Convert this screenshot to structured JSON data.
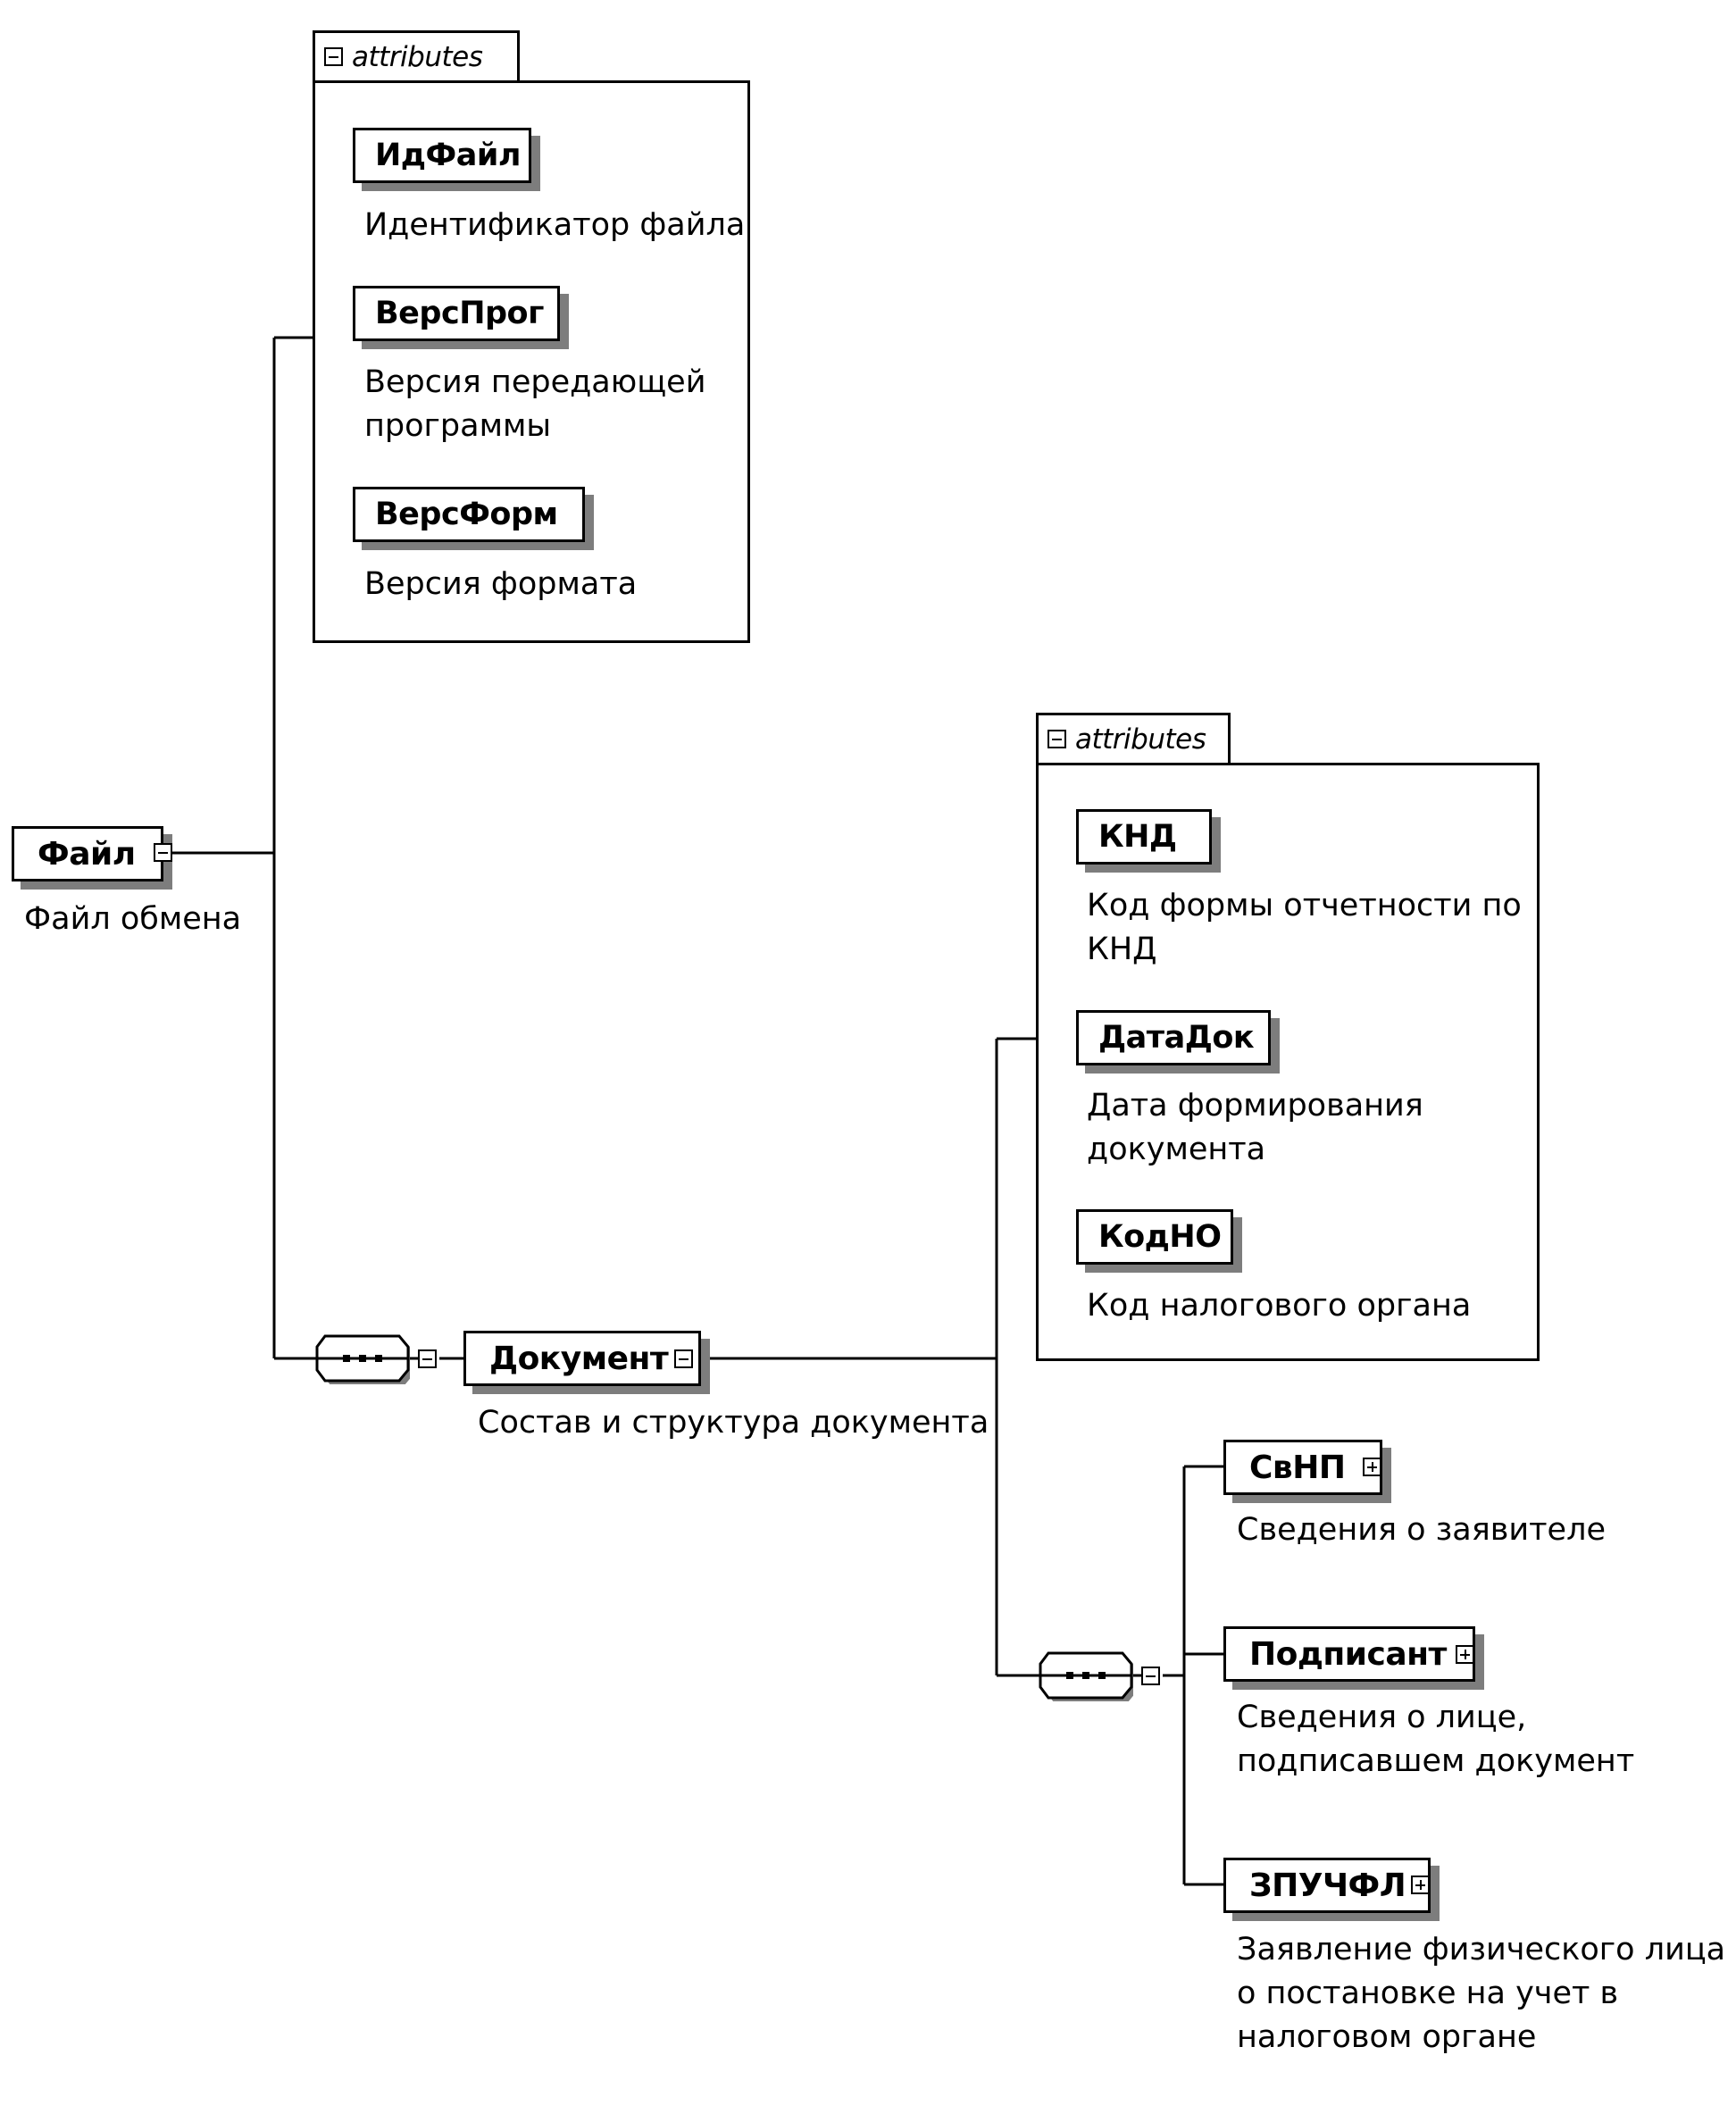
{
  "root": {
    "name": "Файл",
    "description": "Файл обмена",
    "toggle": "minus-icon"
  },
  "file_attributes": {
    "header": "attributes",
    "items": [
      {
        "name": "ИдФайл",
        "description": [
          "Идентификатор файла"
        ]
      },
      {
        "name": "ВерсПрог",
        "description": [
          "Версия передающей",
          "программы"
        ]
      },
      {
        "name": "ВерсФорм",
        "description": [
          "Версия формата"
        ]
      }
    ]
  },
  "document": {
    "name": "Документ",
    "description": "Состав и структура документа",
    "toggle": "minus-icon"
  },
  "document_attributes": {
    "header": "attributes",
    "items": [
      {
        "name": "КНД",
        "description": [
          "Код формы отчетности по",
          "КНД"
        ]
      },
      {
        "name": "ДатаДок",
        "description": [
          "Дата формирования",
          "документа"
        ]
      },
      {
        "name": "КодНО",
        "description": [
          "Код налогового органа"
        ]
      }
    ]
  },
  "children": [
    {
      "name": "СвНП",
      "description": [
        "Сведения о заявителе"
      ],
      "toggle": "plus-icon"
    },
    {
      "name": "Подписант",
      "description": [
        "Сведения о лице,",
        "подписавшем документ"
      ],
      "toggle": "plus-icon"
    },
    {
      "name": "ЗПУЧФЛ",
      "description": [
        "Заявление физического лица",
        "о постановке на учет в",
        "налоговом органе"
      ],
      "toggle": "plus-icon"
    }
  ],
  "icons": {
    "sequence": "sequence-icon",
    "collapse": "minus-icon",
    "expand": "plus-icon"
  }
}
